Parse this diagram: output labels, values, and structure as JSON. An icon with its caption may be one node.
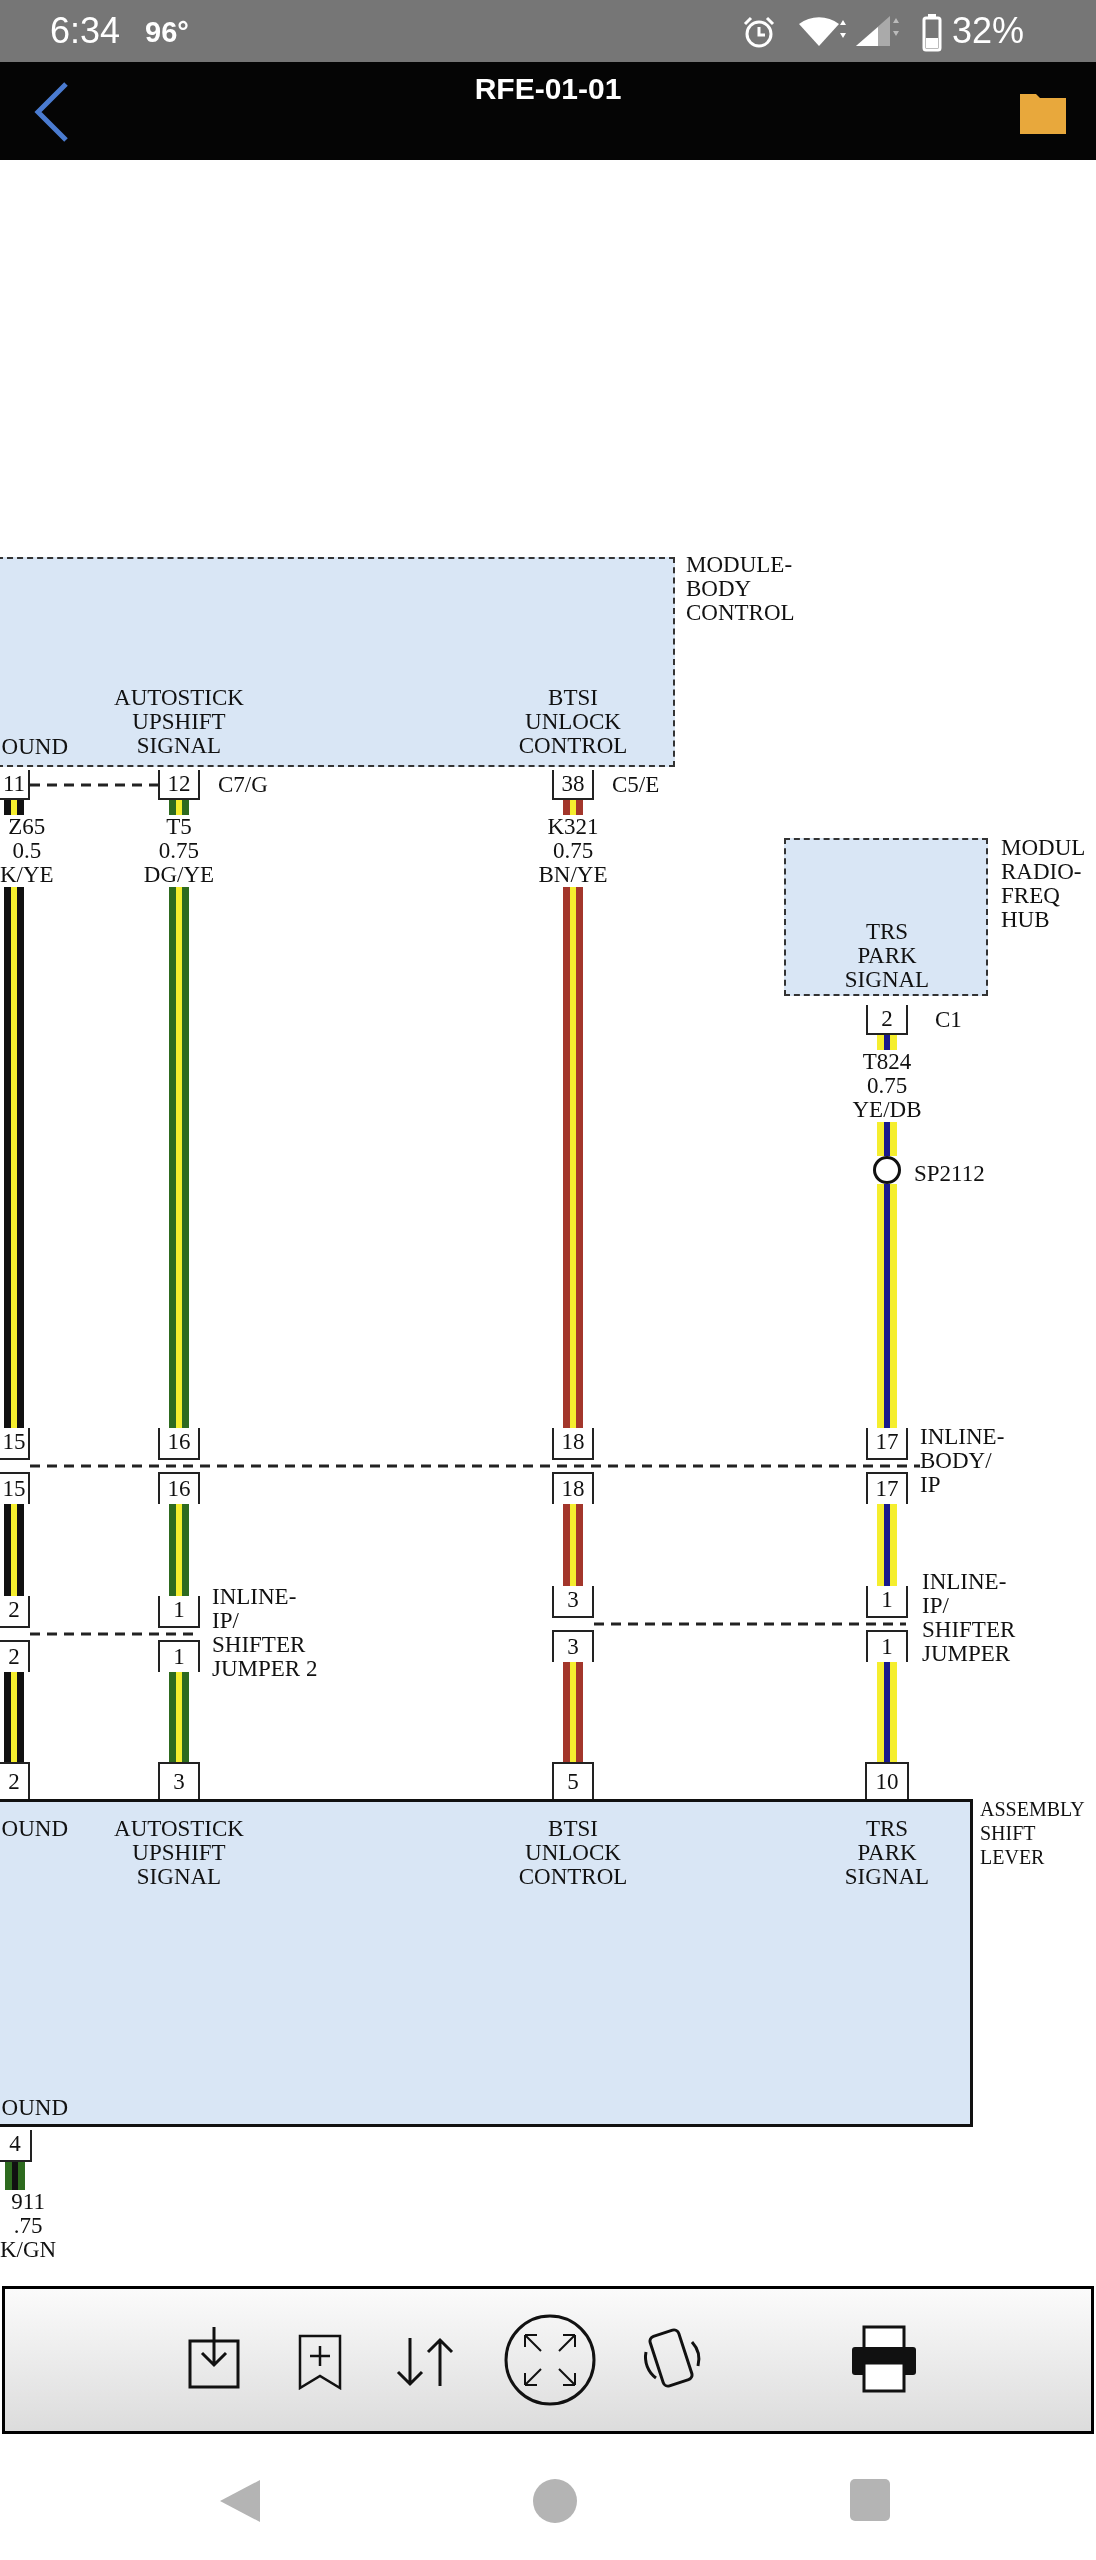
{
  "diagram": {
    "title": "RFE-01-01",
    "nodes": [
      {
        "text": [
          "MODULE- BODY CONTROL",
          "OUND",
          "AUTOSTICK UPSHIFT SIGNAL",
          "BTSI UNLOCK CONTROL"
        ]
      },
      {
        "text": [
          "11"
        ]
      },
      {
        "text": [
          "12"
        ],
        "beside": [
          "C7/G"
        ]
      },
      {
        "text": [
          "38"
        ],
        "beside": [
          "C5/E"
        ]
      },
      {
        "text": [
          "MODUL RADIO- FREQ HUB",
          "TRS PARK SIGNAL"
        ]
      },
      {
        "text": [
          "2"
        ],
        "beside": [
          "C1"
        ]
      },
      {
        "text": [],
        "shape": "circle",
        "beside": [
          "SP2112"
        ]
      },
      {
        "text": [
          "15"
        ]
      },
      {
        "text": [
          "16"
        ]
      },
      {
        "text": [
          "18"
        ]
      },
      {
        "text": [
          "17"
        ],
        "beside": [
          "INLINE- BODY/ IP"
        ]
      },
      {
        "text": [
          "15"
        ]
      },
      {
        "text": [
          "16"
        ]
      },
      {
        "text": [
          "18"
        ]
      },
      {
        "text": [
          "17"
        ]
      },
      {
        "text": [
          "2"
        ]
      },
      {
        "text": [
          "1"
        ],
        "beside": [
          "INLINE- IP/ SHIFTER JUMPER 2"
        ]
      },
      {
        "text": [
          "3"
        ]
      },
      {
        "text": [
          "1"
        ],
        "beside": [
          "INLINE- IP/ SHIFTER JUMPER"
        ]
      },
      {
        "text": [
          "2"
        ]
      },
      {
        "text": [
          "1"
        ]
      },
      {
        "text": [
          "3"
        ]
      },
      {
        "text": [
          "1"
        ]
      },
      {
        "text": [
          "2"
        ]
      },
      {
        "text": [
          "3"
        ]
      },
      {
        "text": [
          "5"
        ]
      },
      {
        "text": [
          "10"
        ]
      },
      {
        "text": [
          "ASSEMBLY SHIFT LEVER",
          "OUND",
          "AUTOSTICK UPSHIFT SIGNAL",
          "BTSI UNLOCK CONTROL",
          "TRS PARK SIGNAL",
          "OUND"
        ]
      },
      {
        "text": [
          "4"
        ]
      }
    ],
    "edges": [
      {
        "from": 1,
        "to": 7,
        "arrow": "none",
        "label": "Z65 0.5 K/YE",
        "color": "#111111"
      },
      {
        "from": 2,
        "to": 8,
        "arrow": "none",
        "label": "T5 0.75 DG/YE",
        "color": "#2e6b1f"
      },
      {
        "from": 3,
        "to": 9,
        "arrow": "none",
        "label": "K321 0.75 BN/YE",
        "color": "#a3362b"
      },
      {
        "from": 5,
        "to": 6,
        "arrow": "none",
        "label": "T824 0.75 YE/DB",
        "color": "#f5ee2e"
      },
      {
        "from": 6,
        "to": 10,
        "arrow": "none",
        "color": "#f5ee2e"
      },
      {
        "from": 11,
        "to": 15,
        "arrow": "none",
        "color": "#111111"
      },
      {
        "from": 12,
        "to": 16,
        "arrow": "none",
        "color": "#2e6b1f"
      },
      {
        "from": 13,
        "to": 17,
        "arrow": "none",
        "color": "#a3362b"
      },
      {
        "from": 14,
        "to": 18,
        "arrow": "none",
        "color": "#f5ee2e"
      },
      {
        "from": 19,
        "to": 23,
        "arrow": "none",
        "color": "#111111"
      },
      {
        "from": 20,
        "to": 24,
        "arrow": "none",
        "color": "#2e6b1f"
      },
      {
        "from": 21,
        "to": 25,
        "arrow": "none",
        "color": "#a3362b"
      },
      {
        "from": 22,
        "to": 26,
        "arrow": "none",
        "color": "#f5ee2e"
      },
      {
        "from": 28,
        "to": null,
        "arrow": "none",
        "label": "911 .75 K/GN",
        "color": "#2e6b1f"
      }
    ],
    "labels": [
      "6:34",
      "96°",
      "32%"
    ]
  }
}
